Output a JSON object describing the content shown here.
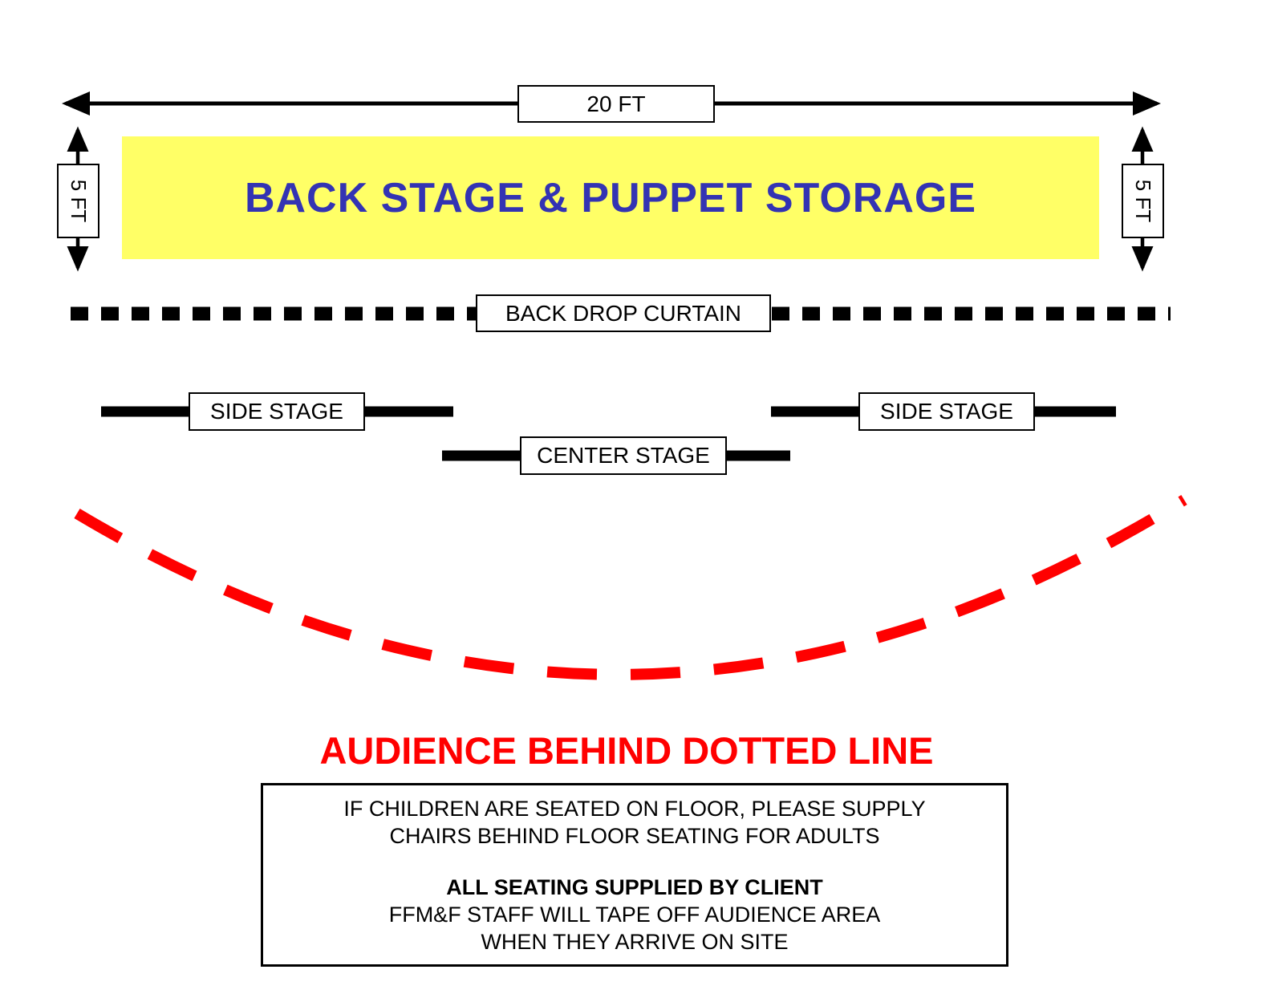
{
  "diagram": {
    "type": "stage-layout-plan",
    "colors": {
      "backstage_fill": "#FFFF66",
      "backstage_text": "#3333B3",
      "audience_accent": "#FF0000",
      "line_color": "#000000"
    },
    "dimensions": {
      "width_label": "20 FT",
      "depth_label_left": "5 FT",
      "depth_label_right": "5 FT"
    },
    "backstage": {
      "label": "BACK STAGE & PUPPET STORAGE"
    },
    "backdrop": {
      "label": "BACK DROP CURTAIN"
    },
    "stages": {
      "side_left": "SIDE STAGE",
      "side_right": "SIDE STAGE",
      "center": "CENTER STAGE"
    },
    "audience": {
      "headline": "AUDIENCE BEHIND DOTTED LINE",
      "note": {
        "line1": "IF CHILDREN ARE SEATED ON FLOOR, PLEASE SUPPLY",
        "line2": "CHAIRS BEHIND FLOOR SEATING FOR ADULTS",
        "line3": "ALL SEATING SUPPLIED BY CLIENT",
        "line4": "FFM&F STAFF WILL TAPE OFF AUDIENCE AREA",
        "line5": "WHEN THEY ARRIVE ON SITE"
      }
    }
  }
}
